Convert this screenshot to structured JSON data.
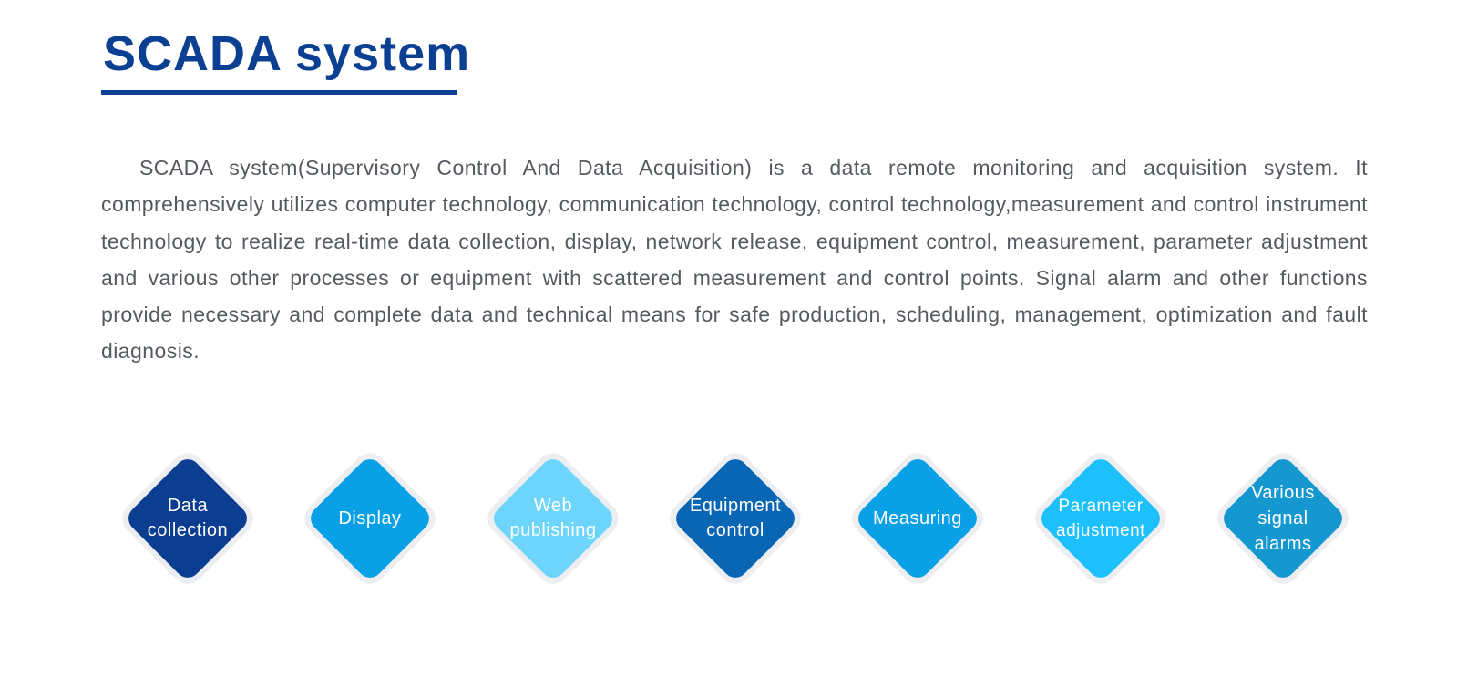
{
  "header": {
    "title": "SCADA system"
  },
  "intro": {
    "text": "SCADA system(Supervisory Control And Data Acquisition) is a data remote monitoring and acquisition system. It comprehensively utilizes computer technology, communication technology, control technology,measurement and control instrument technology to realize real-time data collection, display, network release, equipment control, measurement, parameter adjustment and various other processes or equipment with scattered measurement and control points. Signal alarm and other functions provide necessary and complete data and technical means for safe production, scheduling, management, optimization and fault diagnosis."
  },
  "features": [
    {
      "label": "Data\ncollection",
      "color": "#0b3d91"
    },
    {
      "label": "Display",
      "color": "#0aa0e6"
    },
    {
      "label": "Web\npublishing",
      "color": "#6dd5fb"
    },
    {
      "label": "Equipment\ncontrol",
      "color": "#0866b4"
    },
    {
      "label": "Measuring",
      "color": "#0aa0e6"
    },
    {
      "label": "Parameter\nadjustment",
      "color": "#1ec0fb"
    },
    {
      "label": "Various\nsignal\nalarms",
      "color": "#1598cf"
    }
  ],
  "colors": {
    "title": "#0b3f92",
    "body_text": "#555a60",
    "halo": "#eceef1"
  }
}
